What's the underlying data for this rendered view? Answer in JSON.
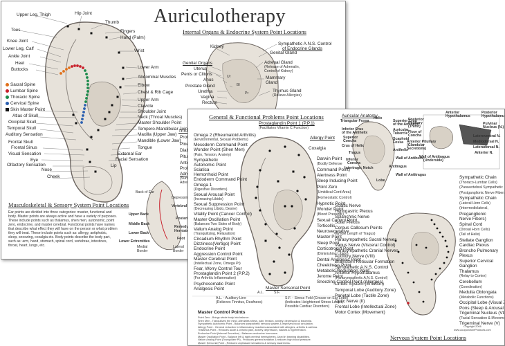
{
  "sheet1": {
    "title": "Auriculotherapy",
    "left_labels": [
      "Upper Leg, Thigh",
      "Toes",
      "Knee Joint",
      "Lower Leg, Calf",
      "Ankle Joint",
      "Heel",
      "Buttocks"
    ],
    "spine_legend": [
      "Sacral Spine",
      "Lumbar Spine",
      "Thoracic Spine",
      "Cervical Spine",
      "Skin Master Point"
    ],
    "lower_left_labels": [
      "Atlas of Skull",
      "Occipital Skull",
      "Temporal Skull",
      "Auditory Sensation",
      "Frontal Skull",
      "Frontal Sinus",
      "Visual Sensation",
      "Eye",
      "Olfactory Sensation",
      "Nose",
      "Cheek"
    ],
    "top_labels": [
      "Hip Joint",
      "Thumb",
      "Fingers",
      "Hand (Palm)",
      "Wrist"
    ],
    "right_labels": [
      "Lower Arm",
      "Abdominal Muscles",
      "Elbow",
      "Chest & Rib Cage",
      "Upper Arm",
      "Clavicle",
      "Shoulder Joint",
      "Neck (Throat Muscles)",
      "Master Shoulder Point",
      "Tempero-Mandibular Joint",
      "Maxilla (Upper Jaw)",
      "Mandible (Lower Jaw)",
      "Tongue",
      "External Ear",
      "Facial Sensation",
      "Lip"
    ],
    "internal": {
      "title": "Internal Organs & Endocrine System Point Locations",
      "labels": [
        "Kidney",
        "Genital Organs",
        "Uterus",
        "Penis or Clitoris",
        "Anus",
        "Prostate Gland",
        "Urethra",
        "Vagina",
        "Rectum"
      ],
      "right_labels": [
        "Sympathetic A.N.S. Control",
        "of Endocrine Glands",
        "Genital Gland",
        "Adrenal Gland",
        "(Release of Adrenalin,",
        "Control of Kidney)",
        "Mammary",
        "Gland",
        "Thymus Gland",
        "(Relieve Allergies)"
      ],
      "organ_abbr": [
        "Ur",
        "Bl",
        "Pr"
      ],
      "cut_labels": [
        "Throat Or",
        "Protact",
        "Pineal",
        "Diab",
        "Pituit",
        "Anterior",
        "Prolact",
        "Adrenal",
        "(Sumr",
        "Adren"
      ]
    },
    "musculo": {
      "title": "Musculoskeletal & Sensory System Point Locations",
      "paragraph": "Ear points are divided into three categories: master, functional and body. Master points are always active and have a variety of purposes. These include points such as thalamus, shen men, autonomic, point zero, endocrine, and master cerebral. Functional points have names that describe what effect they will have on the person or what problem they will treat. These include points such as: allergy, antiphobic, sleep, sneezing, coxalgia etc. Body points describe the body part, such as: arm, hand, stomach, spinal cord, vertebrae, intestines, throat, heart, lungs, etc.",
      "small_labels": [
        "Back of Ear",
        "Depressing Groove",
        "Vertebral Column",
        "Upper Back",
        "Posterior Spine",
        "Middle Back",
        "Remedy for",
        "Herniated Discs",
        "Lower Back",
        "Lower Extremities",
        "Foot",
        "Medial",
        "Border",
        "Lateral",
        "Border"
      ]
    }
  },
  "sheet2": {
    "title": "General & Functional Problems Point Locations",
    "left_labels": [
      {
        "t": "Omega 2 (Rheumatoid Arthritis)"
      },
      {
        "t": "(Environmental, Sexual Problems)"
      },
      {
        "t": "Mesoderm Command Point"
      },
      {
        "t": "Wonder Point (Shen Men)"
      },
      {
        "t": "(Pain, Tension, Anxiety)"
      },
      {
        "t": "Sympathetic"
      },
      {
        "t": "Autonomic Point"
      },
      {
        "t": "Sciatica"
      },
      {
        "t": "Hemorrhoid Point"
      },
      {
        "t": "Endoderm Command Point"
      },
      {
        "t": "Omega 1"
      },
      {
        "t": "(Digestive Disorders)"
      },
      {
        "t": "Sexual Arousal Point"
      },
      {
        "t": "(Increasing Libido)"
      },
      {
        "t": "Sexual Suppression Point"
      },
      {
        "t": "(Decreasing Libido, Desire)"
      },
      {
        "t": "Vitality Point (Cancer Control)"
      },
      {
        "t": "Master Oscillation Point"
      },
      {
        "t": "(Balances Two Sides of Body)"
      },
      {
        "t": "Valium Analog Point"
      },
      {
        "t": "(Tranquilizing, Relaxation)"
      },
      {
        "t": "Circadium Rhythm Point"
      },
      {
        "t": "Dizziness(Vertigo) Point"
      },
      {
        "t": "Endocrine Point"
      },
      {
        "t": "Aggression Control Point"
      },
      {
        "t": "Master Cerebral Point"
      },
      {
        "t": "(Intellectual Zone, Omega Pt)"
      },
      {
        "t": "Fear, Worry Control Tour"
      },
      {
        "t": "Prostaglandin Point 2 (P.P.2)"
      },
      {
        "t": "(For Arthritic Inflammation)"
      },
      {
        "t": "Psychosomatic Point"
      },
      {
        "t": "Analgesic Point"
      }
    ],
    "top_labels": [
      "Prostaglandin Point 1 (P.P.1)",
      "(Facilitates Vitamin C Function)",
      "Allergy Point",
      "Coxalgia"
    ],
    "right_labels": [
      "Darwin Point",
      "(Bodily Defense",
      "Command Point)",
      "Alertness Point",
      "Sleep Inducing Point",
      "Point Zero",
      "(Umbilical Cord Area)",
      "(Homeostatic Control)",
      "Hypnotic Point",
      "Wonder Point",
      "(Blood Pressure)",
      "Sexual Control Point",
      "Torticollis",
      "Neurovegetative",
      "Master Point",
      "Sleep Point",
      "Corticotropin Point",
      "(Diminishing Libido)",
      "Dental Analgesic Point",
      "Cheekiness Point",
      "Metabolic Regulation Point",
      "Jerome Point",
      "Sneezing Control Point (Allergies)"
    ],
    "bottom_labels": [
      "A.L.",
      "A.L. - Auditory Line",
      "(Relieves Tinnitus, Deafness)",
      "S.F.",
      "S.F. - Stress Fold (Crease on Ear Lobe)",
      "(Indicates Heightened Stress Levels,",
      "Possible Cardiac Disorders)",
      "Master Sensorial Point"
    ],
    "master_control": {
      "title": "Master Control Points",
      "lines": [
        "Point Zero - Brings whole body into balance.",
        "Shen Men - Tranquilizes the mind. Alleviates stress, pain, tension, anxiety, depression & insomnia.",
        "Sympathetic Autonomic Point - Balances sympathetic nervous system & improves blood circulation.",
        "Allergy Point - General reduction in inflammatory reactions associated with allergies, arthritis & asthma.",
        "Thalamus Point - Reduces acute & chronic pain, anxiety, depression, nausea & hypertension.",
        "Endocrine Point (Internal Secretion) - Balances endocrine hormones.",
        "Master Oscillation Point - Balance left & right cerebral hemispheres. Used in learning disabilities.",
        "Valium Analog Point (Tranquilizer Pt) - Produces general sedation & reduces high blood pressure.",
        "Master Sensorial Point - Reduces unpleasant sensations & sensory awareness.",
        "Master Cerebral Point - Diminishes nervous anxiety, fear, worry & poor memory."
      ]
    },
    "anatomy": {
      "title": "Auricular Anatomy",
      "labels": [
        "Triangular Fossa",
        "Helix",
        "Superior Crus",
        "of the Antihelix",
        "Inferior Crus",
        "of the Antihelix",
        "Superior",
        "Concha",
        "Auricular",
        "Tubercle",
        "Scaphoid",
        "Fossa",
        "Crus of Helix",
        "Tragus",
        "Antihelix",
        "Inferior",
        "Concha",
        "Wall of Antihelix",
        "Intertragic Notch",
        "Antitragus",
        "Wall of Antitragus",
        "Lobe"
      ]
    },
    "hypo": {
      "labels": [
        "Anterior",
        "Hypothalamus",
        "Posterior",
        "Pituitary",
        "(Thirst)",
        "Floor of",
        "Concha",
        "Anterior Pituitary",
        "(Glandular",
        "Secretions)",
        "Wall of Antitragus",
        "(Underside)",
        "Posterior",
        "Hypothalamus",
        "Pulvinar",
        "Nucleus (N.)",
        "Lateroventral N.",
        "Mediodorsal N.",
        "Lateradorsal N.",
        "Anterior N."
      ]
    },
    "nervous": {
      "title": "Nervous System Point Locations",
      "left_labels": [
        "Sciatic Nerve",
        "Hypogastric Plexus",
        "Splanchnic Nerve",
        "Solar Plexus",
        "Corpus Callosum Points",
        "(Whole Length of Tragus)",
        "Parasympathetic Sacral Nerves",
        "Vagus Nerve (Visceral Control)",
        "Parasympathetic Cranial Nerves",
        "Auditory Nerve (VIII)",
        "Brainstem Reticular Formation",
        "Sympathetic A.N.S. Control",
        "Anterior Hypothalamus",
        "(Parasympathetic A.N.S. Control)",
        "Limbic System (Emotion)",
        "Temporal Lobe (Auditory Zone)",
        "Parietal Lobe (Tactile Zone)",
        "Optic Nerve (II)",
        "Frontal Lobe (Intellectual Zone)",
        "Motor Cortex (Movement)"
      ],
      "right_labels": [
        "Sympathetic Chain",
        "(Thoraco-Lumbar Cells)",
        "(Paravertebral Sympathetic",
        "(Postganglionic Nerve Fibers)",
        "Sympathetic Chain",
        "(Lateral Horn Cells)",
        "(Intermediolateral,",
        "Preganglionic",
        "Nerve Fibers)",
        "Spinal Cord",
        "(Dorsal Horn Cells)",
        "(Tail of Helix)",
        "Stellate Ganglion",
        "Cardiac Plexus",
        "Broncho Pulmonary",
        "Plexus",
        "Superior Cervical",
        "Ganglion",
        "Thalamus",
        "(Relay to Cortex)",
        "Cerebellum",
        "(Coordination)",
        "Medulla Oblongata",
        "(Metabolic Functions)",
        "Occipital Lobe (Visual Zone)",
        "Pons (Sleep & Arousal Centers)",
        "Trigeminal Nucleus (Vth)",
        "(Facial Sensation & Movement)",
        "Trigeminal Nerve (V)"
      ],
      "copyright": [
        "Copyright 2006",
        "www.AcupunctureProducts.com"
      ]
    }
  },
  "colors": {
    "sacral": "#e0701b",
    "lumbar": "#c8202b",
    "thoracic": "#1a8a4a",
    "cervical": "#2a5fb0",
    "master": "#111111",
    "ear_fill": "#e7e2da",
    "ear_stroke": "#6c6560"
  }
}
